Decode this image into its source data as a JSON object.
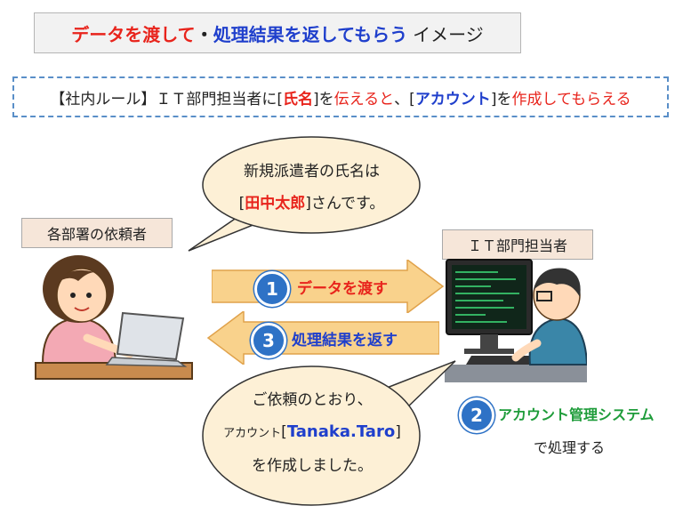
{
  "title": {
    "part1": "データを渡して",
    "part2": "・",
    "part3": "処理結果を返してもらう",
    "part4": "イメージ"
  },
  "rule": {
    "prefix": "【社内ルール】ＩＴ部門担当者に[",
    "name": "氏名",
    "mid1": "]を",
    "tell": "伝えると",
    "mid2": "、[",
    "account": "アカウント",
    "mid3": "]を",
    "suffix": "作成してもらえる"
  },
  "requester": {
    "label": "各部署の依頼者"
  },
  "it_staff": {
    "label": "ＩＴ部門担当者"
  },
  "bubble_top": {
    "line1": "新規派遣者の氏名は",
    "open": "[",
    "name": "田中太郎",
    "close": "]さんです。"
  },
  "bubble_bottom": {
    "line1": "ご依頼のとおり、",
    "prefix": "アカウント",
    "open": "[",
    "account": "Tanaka.Taro",
    "close": "]",
    "line3": "を作成しました。"
  },
  "steps": [
    {
      "number": "1",
      "label": "データを渡す"
    },
    {
      "number": "3",
      "label": "処理結果を返す"
    },
    {
      "number": "2",
      "label": "アカウント管理システム",
      "sub": "で処理する"
    }
  ],
  "colors": {
    "red": "#e8241c",
    "blue": "#1f3fcc",
    "green": "#1e9c3a",
    "badge": "#2e72c6",
    "arrow": "#f9d28c",
    "bubble": "#fdf0d6"
  },
  "icons": [
    "woman-with-laptop-icon",
    "programmer-at-monitor-icon"
  ]
}
